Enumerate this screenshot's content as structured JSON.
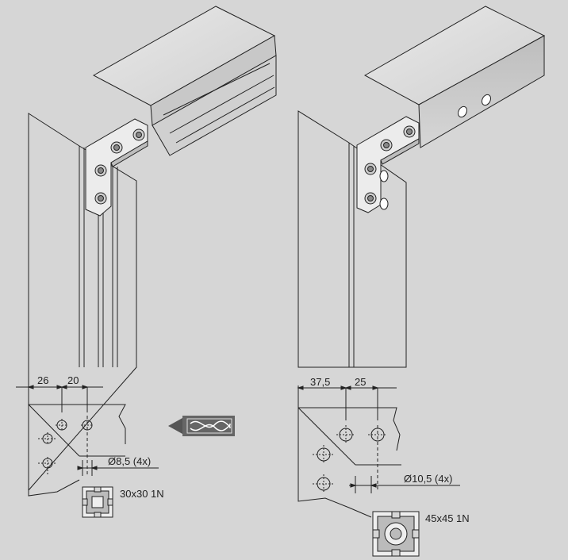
{
  "left_detail": {
    "dim_a": "26",
    "dim_b": "20",
    "hole_callout": "Ø8,5 (4x)",
    "profile_label": "30x30 1N"
  },
  "right_detail": {
    "dim_a": "37,5",
    "dim_b": "25",
    "hole_callout": "Ø10,5 (4x)",
    "profile_label": "45x45 1N"
  },
  "icons": {
    "drill": "drill-bit-icon"
  }
}
